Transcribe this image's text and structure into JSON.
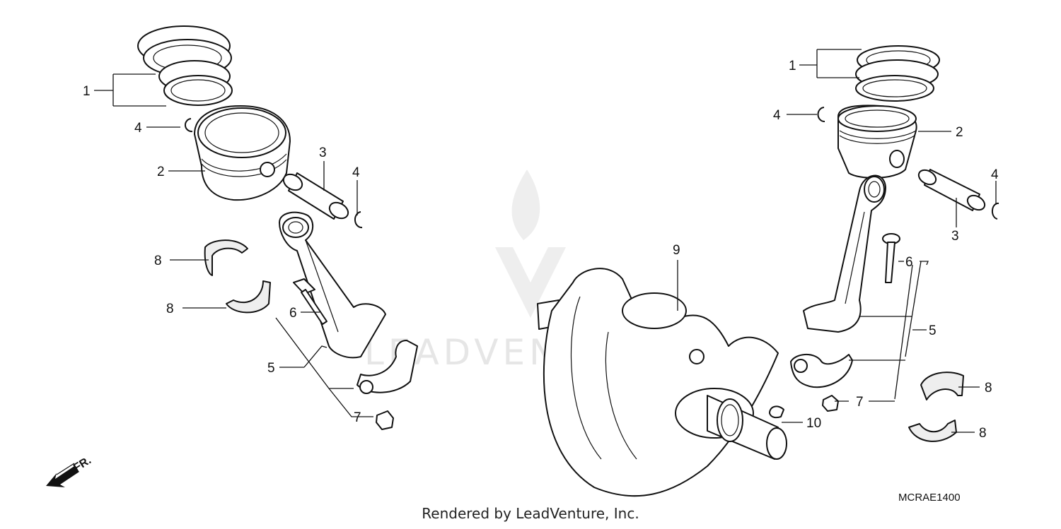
{
  "diagram": {
    "callouts": {
      "l1": "1",
      "l4a": "4",
      "l2": "2",
      "l3": "3",
      "l4b": "4",
      "l8a": "8",
      "l8b": "8",
      "l6": "6",
      "l5": "5",
      "l7": "7",
      "c9": "9",
      "c10": "10",
      "r1": "1",
      "r4a": "4",
      "r2": "2",
      "r4b": "4",
      "r3": "3",
      "r6": "6",
      "r5": "5",
      "r7": "7",
      "r8a": "8",
      "r8b": "8"
    },
    "front_label": "FR.",
    "ref_code": "MCRAE1400",
    "footer": "Rendered by LeadVenture, Inc.",
    "watermark": "LEADVENTURE"
  }
}
